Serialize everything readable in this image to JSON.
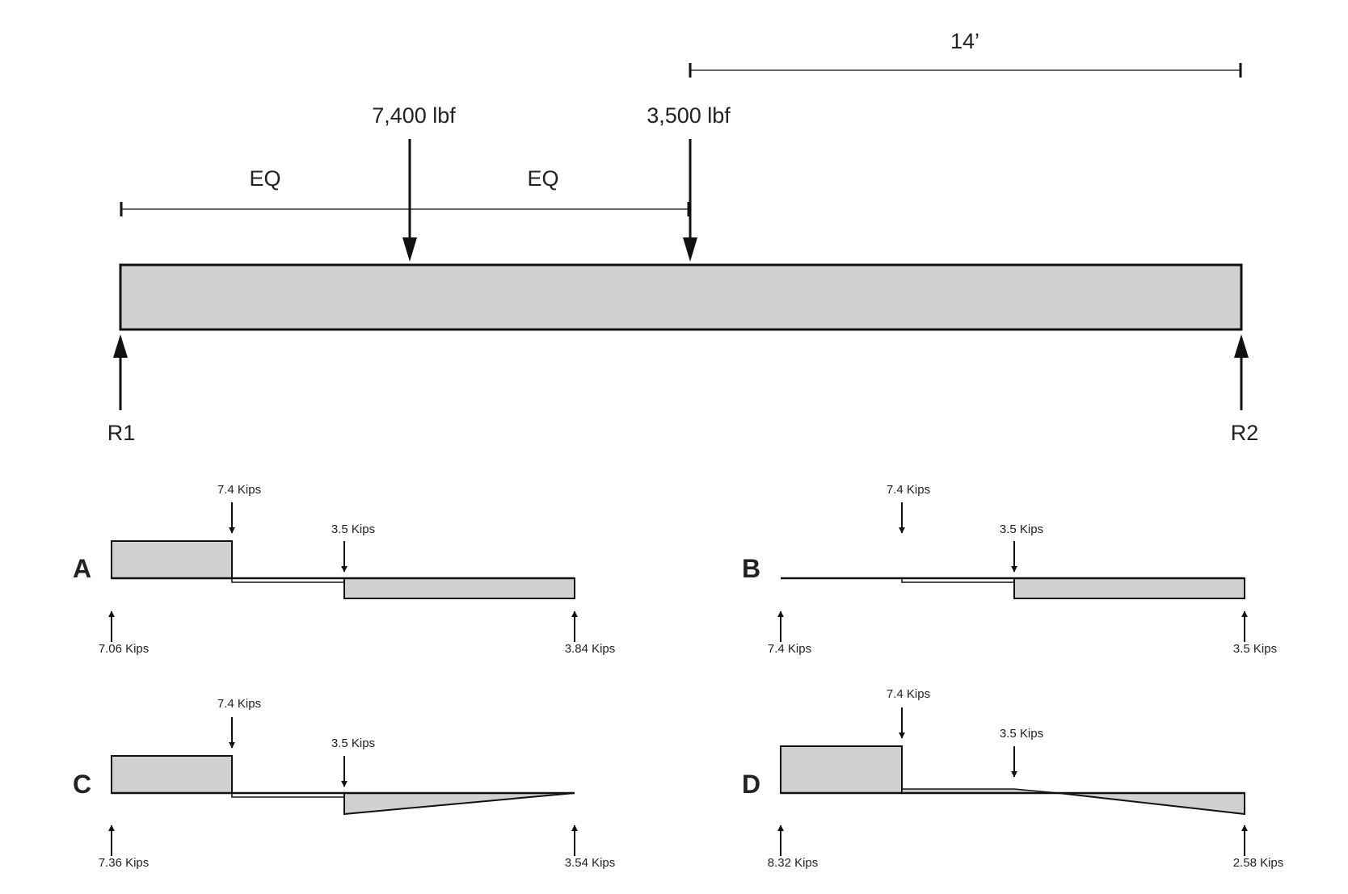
{
  "beam": {
    "dim_top": "14’",
    "load1": "7,400 lbf",
    "load2": "3,500 lbf",
    "eq_left": "EQ",
    "eq_right": "EQ",
    "r1": "R1",
    "r2": "R2",
    "colors": {
      "beam_fill": "#d1d1d1",
      "stroke": "#111111"
    }
  },
  "options": {
    "a": {
      "letter": "A",
      "load1": "7.4 Kips",
      "load2": "3.5 Kips",
      "r_left": "7.06 Kips",
      "r_right": "3.84 Kips"
    },
    "b": {
      "letter": "B",
      "load1": "7.4 Kips",
      "load2": "3.5 Kips",
      "r_left": "7.4 Kips",
      "r_right": "3.5 Kips"
    },
    "c": {
      "letter": "C",
      "load1": "7.4 Kips",
      "load2": "3.5 Kips",
      "r_left": "7.36 Kips",
      "r_right": "3.54 Kips"
    },
    "d": {
      "letter": "D",
      "load1": "7.4 Kips",
      "load2": "3.5 Kips",
      "r_left": "8.32 Kips",
      "r_right": "2.58 Kips"
    }
  }
}
